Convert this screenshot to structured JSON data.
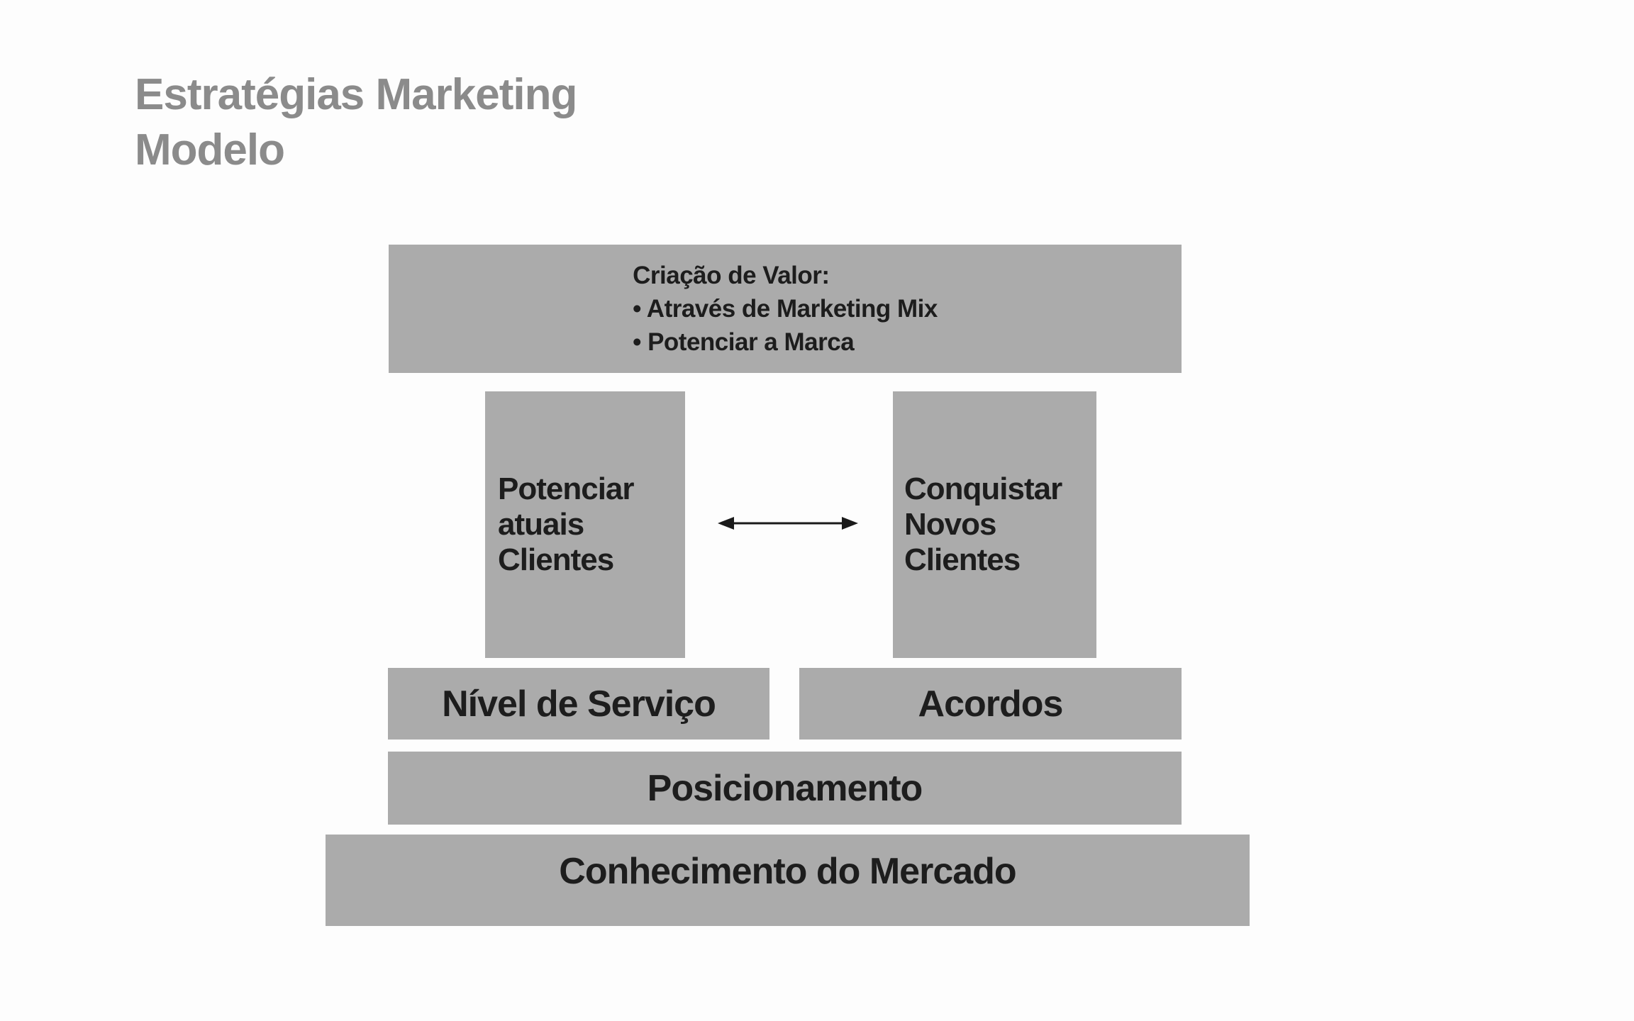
{
  "theme": {
    "background": "#fdfdfd",
    "box_fill": "#ababab",
    "title_color": "#8b8b8b",
    "text_color": "#1d1d1d",
    "arrow_color": "#1a1a1a"
  },
  "title": {
    "line1": "Estratégias Marketing",
    "line2": "Modelo"
  },
  "diagram": {
    "value_creation": {
      "heading": "Criação de Valor:",
      "bullets": [
        "• Através de Marketing Mix",
        "• Potenciar a Marca"
      ]
    },
    "left_pillar": {
      "lines": [
        "Potenciar",
        "atuais",
        "Clientes"
      ]
    },
    "right_pillar": {
      "lines": [
        "Conquistar",
        "Novos",
        "Clientes"
      ]
    },
    "arrow": "double-headed-horizontal",
    "service_level": "Nível de Serviço",
    "agreements": "Acordos",
    "positioning": "Posicionamento",
    "market_knowledge": "Conhecimento do Mercado"
  }
}
